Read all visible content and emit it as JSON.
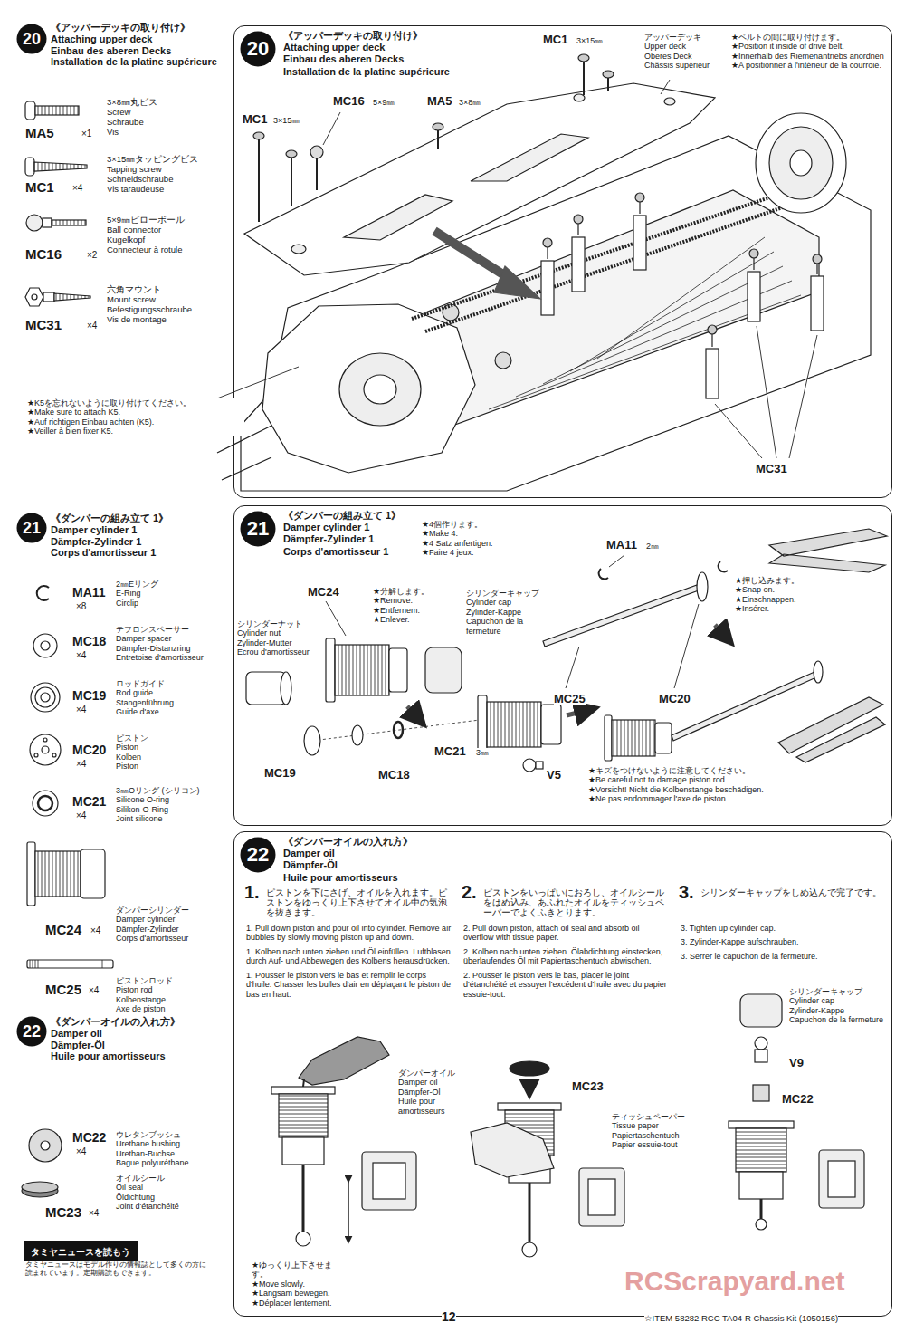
{
  "diagram": {
    "nodes": [
      {
        "text": [
          "20"
        ]
      },
      {
        "text": [
          "《アッパーデッキの取り付け》",
          "Attaching upper deck",
          "Einbau des aberen Decks",
          "Installation de la platine supérieure"
        ]
      },
      {
        "text": [
          "20"
        ],
        "in": 1
      },
      {
        "text": [
          "21"
        ]
      },
      {
        "text": [
          "《ダンパーの組み立て 1》",
          "Damper cylinder 1",
          "Dämpfer-Zylinder 1",
          "Corps d'amortisseur 1"
        ]
      },
      {
        "text": [
          "21"
        ],
        "in": 4
      },
      {
        "text": [
          "22"
        ]
      },
      {
        "text": [
          "《ダンパーオイルの入れ方》",
          "Damper oil",
          "Dämpfer-Öl",
          "Huile pour amortisseurs"
        ]
      },
      {
        "text": [
          "22"
        ],
        "in": 7
      },
      {
        "text": [
          "タミヤニュースを読もう"
        ]
      }
    ],
    "labels": [
      "《アッパーデッキの取り付け》",
      "Attaching upper deck",
      "Einbau des aberen Decks",
      "Installation de la platine supérieure",
      "3×8㎜丸ビス",
      "Screw",
      "Schraube",
      "Vis",
      "MA5",
      "×1",
      "3×15㎜タッピングビス",
      "Tapping screw",
      "Schneidschraube",
      "Vis taraudeuse",
      "MC1",
      "×4",
      "5×9㎜ピローボール",
      "Ball connector",
      "Kugelkopf",
      "Connecteur à rotule",
      "MC16",
      "×2",
      "六角マウント",
      "Mount screw",
      "Befestigungsschraube",
      "Vis de montage",
      "MC31",
      "×4",
      "MC1",
      "3×15㎜",
      "MC16",
      "5×9㎜",
      "MA5",
      "3×8㎜",
      "MC1",
      "3×15㎜",
      "アッパーデッキ",
      "Upper deck",
      "Oberes Deck",
      "Châssis supérieur",
      "★ベルトの間に取り付けます。",
      "★Position it inside of drive belt.",
      "★Innerhalb des Riemenantriebs anordnen",
      "★A positionner à l'intérieur de la courroie.",
      "MC31",
      "★K5を忘れないように取り付けてください。",
      "★Make sure to attach K5.",
      "★Auf richtigen Einbau achten (K5).",
      "★Veiller à bien fixer K5.",
      "《ダンパーの組み立て 1》",
      "Damper cylinder 1",
      "Dämpfer-Zylinder 1",
      "Corps d'amortisseur 1",
      "MA11",
      "×8",
      "2㎜Eリング",
      "E-Ring",
      "Circlip",
      "MC18",
      "×4",
      "テフロンスペーサー",
      "Damper spacer",
      "Dämpfer-Distanzring",
      "Entretoise d'amortisseur",
      "MC19",
      "×4",
      "ロッドガイド",
      "Rod guide",
      "Stangenführung",
      "Guide d'axe",
      "MC20",
      "×4",
      "ピストン",
      "Piston",
      "Kolben",
      "Piston",
      "MC21",
      "×4",
      "3㎜Oリング (シリコン)",
      "Silicone O-ring",
      "Silikon-O-Ring",
      "Joint silicone",
      "MC24",
      "×4",
      "ダンパーシリンダー",
      "Damper cylinder",
      "Dämpfer-Zylinder",
      "Corps d'amortisseur",
      "MC25",
      "×4",
      "ピストンロッド",
      "Piston rod",
      "Kolbenstange",
      "Axe de piston",
      "★4個作ります。",
      "★Make 4.",
      "★4 Satz anfertigen.",
      "★Faire 4 jeux.",
      "MC24",
      "★分解します。",
      "★Remove.",
      "★Entfernem.",
      "★Enlever.",
      "シリンダーキャップ",
      "Cylinder cap",
      "Zylinder-Kappe",
      "Capuchon de la fermeture",
      "シリンダーナット",
      "Cylinder nut",
      "Zylinder-Mutter",
      "Ecrou d'amortisseur",
      "MA11",
      "2㎜",
      "★押し込みます。",
      "★Snap on.",
      "★Einschnappen.",
      "★Insérer.",
      "MC25",
      "MC20",
      "MC19",
      "MC18",
      "MC21",
      "3㎜",
      "V5",
      "★キズをつけないように注意してください。",
      "★Be careful not to damage piston rod.",
      "★Vorsicht! Nicht die Kolbenstange beschädigen.",
      "★Ne pas endommager l'axe de piston.",
      "《ダンパーオイルの入れ方》",
      "Damper oil",
      "Dämpfer-Öl",
      "Huile pour amortisseurs",
      "MC22",
      "×4",
      "ウレタンブッシュ",
      "Urethane bushing",
      "Urethan-Buchse",
      "Bague polyuréthane",
      "MC23",
      "×4",
      "オイルシール",
      "Oil seal",
      "Öldichtung",
      "Joint d'étanchéité",
      "タミヤニュースはモデル作りの情報誌として多くの方に読まれています。定期購読もできます。",
      "1.",
      "ピストンを下にさげ、オイルを入れます。ピストンをゆっくり上下させてオイル中の気泡を抜きます。",
      "1. Pull down piston and pour oil into cylinder. Remove air bubbles by slowly moving piston up and down.",
      "1. Kolben nach unten ziehen und Öl einfüllen. Luftblasen durch Auf- und Abbewegen des Kolbens herausdrücken.",
      "1. Pousser le piston vers le bas et remplir le corps d'huile. Chasser les bulles d'air en déplaçant le piston de bas en haut.",
      "ダンパーオイル",
      "Damper oil",
      "Dämpfer-Öl",
      "Huile pour amortisseurs",
      "★ゆっくり上下させます。",
      "★Move slowly.",
      "★Langsam bewegen.",
      "★Déplacer lentement.",
      "2.",
      "ピストンをいっぱいにおろし、オイルシールをはめ込み、あふれたオイルをティッシュペーパーでよくふきとります。",
      "2. Pull down piston, attach oil seal and absorb oil overflow with tissue paper.",
      "2. Kolben nach unten ziehen. Ölabdichtung einstecken, überlaufendes Öl mit Papiertaschentuch abwischen.",
      "2. Pousser le piston vers le bas, placer le joint d'étanchéité et essuyer l'excédent d'huile avec du papier essuie-tout.",
      "MC23",
      "ティッシュペーパー",
      "Tissue paper",
      "Papiertaschentuch",
      "Papier essuie-tout",
      "3.",
      "シリンダーキャップをしめ込んで完了です。",
      "3. Tighten up cylinder cap.",
      "3. Zylinder-Kappe aufschrauben.",
      "3. Serrer le capuchon de la fermeture.",
      "シリンダーキャップ",
      "Cylinder cap",
      "Zylinder-Kappe",
      "Capuchon de la fermeture",
      "V9",
      "MC22",
      "12",
      "☆ITEM 58282 RCC TA04-R Chassis Kit (1050156)",
      "RCScrapyard.net"
    ]
  }
}
